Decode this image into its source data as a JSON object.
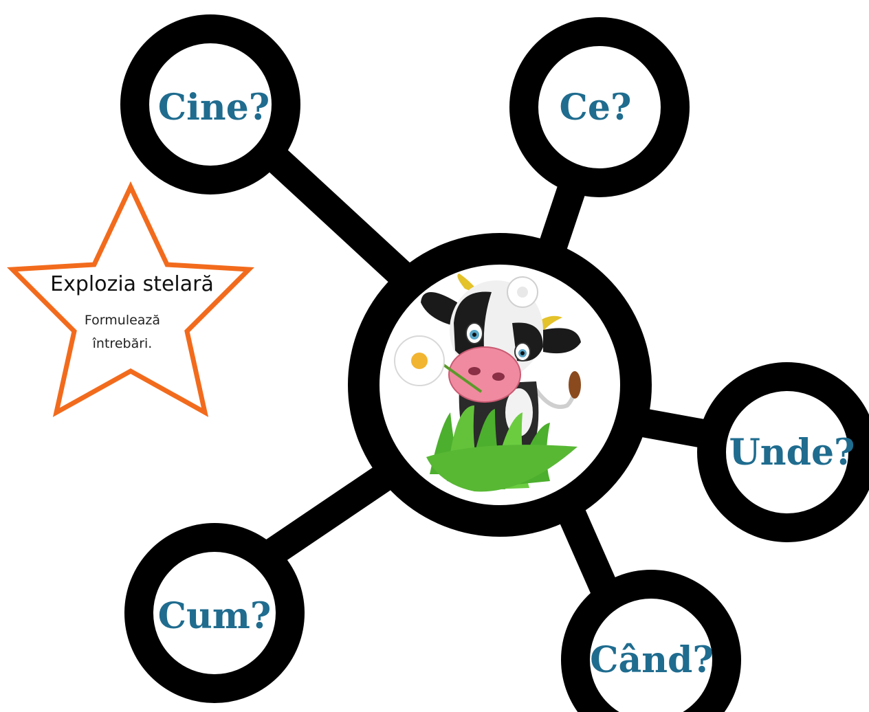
{
  "diagram": {
    "questions": {
      "cine": "Cine?",
      "ce": "Ce?",
      "unde": "Unde?",
      "cum": "Cum?",
      "cand": "Când?"
    },
    "star": {
      "title": "Explozia stelară",
      "line1": "Formulează",
      "line2": "întrebări."
    },
    "center_image": "cow-with-daisy-and-grass"
  },
  "colors": {
    "ring": "#000000",
    "question_text": "#1f6c8f",
    "star_outline": "#f26b1d"
  }
}
